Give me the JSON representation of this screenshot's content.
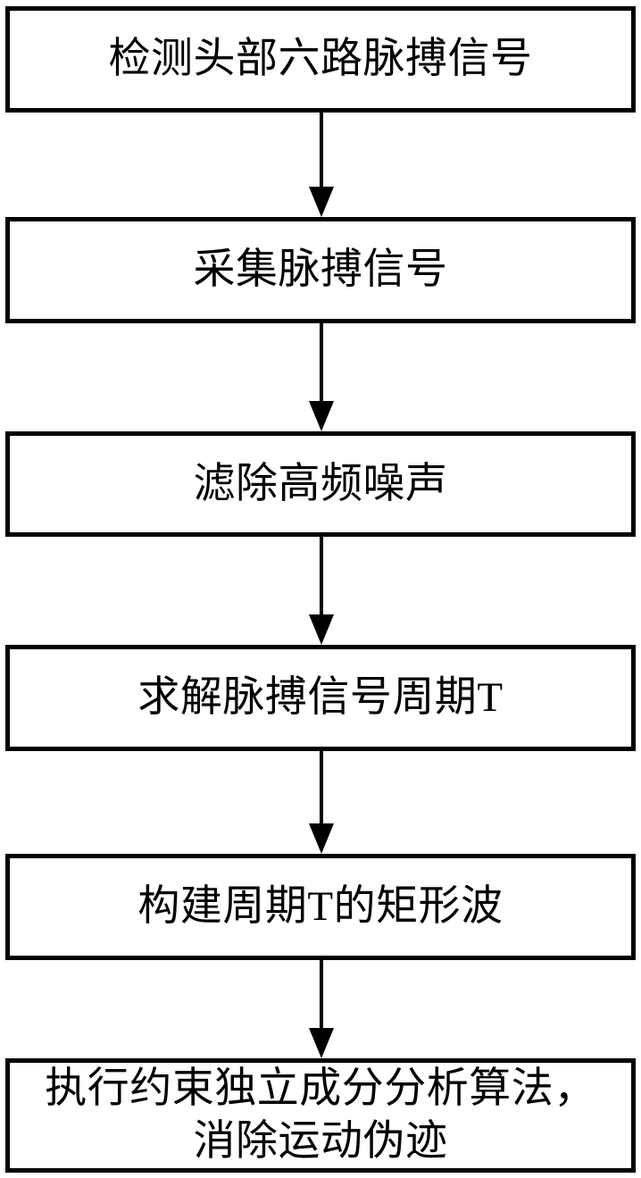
{
  "diagram": {
    "type": "flowchart",
    "orientation": "top-to-bottom",
    "title": "",
    "colors": {
      "background": "#ffffff",
      "box_border": "#000000",
      "box_fill": "#ffffff",
      "text": "#000000",
      "arrow": "#000000"
    },
    "nodes": [
      {
        "id": "step-1",
        "shape": "rectangle",
        "label": "检测头部六路脉搏信号"
      },
      {
        "id": "step-2",
        "shape": "rectangle",
        "label": "采集脉搏信号"
      },
      {
        "id": "step-3",
        "shape": "rectangle",
        "label": "滤除高频噪声"
      },
      {
        "id": "step-4",
        "shape": "rectangle",
        "label": "求解脉搏信号周期T"
      },
      {
        "id": "step-5",
        "shape": "rectangle",
        "label": "构建周期T的矩形波"
      },
      {
        "id": "step-6",
        "shape": "rectangle",
        "label": "执行约束独立成分分析算法，\n消除运动伪迹"
      }
    ],
    "edges": [
      {
        "id": "edge-1",
        "from": "step-1",
        "to": "step-2",
        "style": "solid-arrow-down",
        "label": ""
      },
      {
        "id": "edge-2",
        "from": "step-2",
        "to": "step-3",
        "style": "solid-arrow-down",
        "label": ""
      },
      {
        "id": "edge-3",
        "from": "step-3",
        "to": "step-4",
        "style": "solid-arrow-down",
        "label": ""
      },
      {
        "id": "edge-4",
        "from": "step-4",
        "to": "step-5",
        "style": "solid-arrow-down",
        "label": ""
      },
      {
        "id": "edge-5",
        "from": "step-5",
        "to": "step-6",
        "style": "solid-arrow-down",
        "label": ""
      }
    ]
  }
}
